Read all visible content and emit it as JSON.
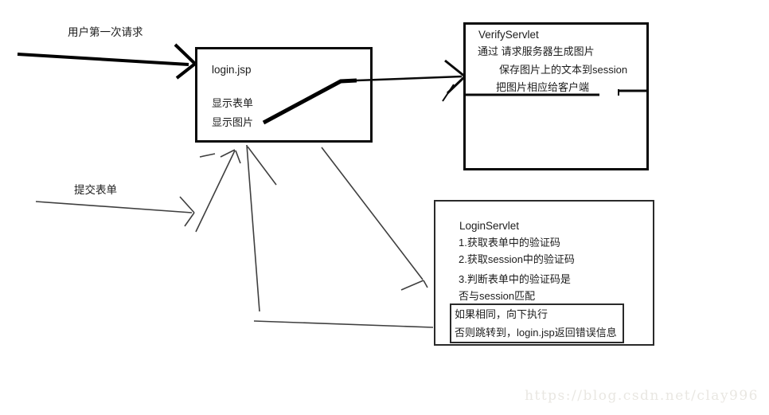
{
  "labels": {
    "user_first_request": "用户第一次请求",
    "submit_form": "提交表单"
  },
  "login_box": {
    "title": "login.jsp",
    "show_form": "显示表单",
    "show_image": "显示图片"
  },
  "verify_box": {
    "title": "VerifyServlet",
    "line1": "通过 请求服务器生成图片",
    "line2": "保存图片上的文本到session",
    "line3": "把图片相应给客户端"
  },
  "login_servlet_box": {
    "title": "LoginServlet",
    "step1": "1.获取表单中的验证码",
    "step2": "2.获取session中的验证码",
    "step3_line1": "3.判断表单中的验证码是",
    "step3_line2": "否与session匹配",
    "result_box": {
      "line1": "如果相同，向下执行",
      "line2": "否则跳转到，login.jsp返回错误信息"
    }
  },
  "watermark": "https://blog.csdn.net/clay996",
  "colors": {
    "ink": "#1c1c1c",
    "thick_line": "#000000",
    "thin_line": "#3f3f3f",
    "box_border_heavy": "#0a0a0a",
    "box_border_light": "#2a2a2a",
    "watermark": "#e9e7e2",
    "background": "#ffffff"
  }
}
